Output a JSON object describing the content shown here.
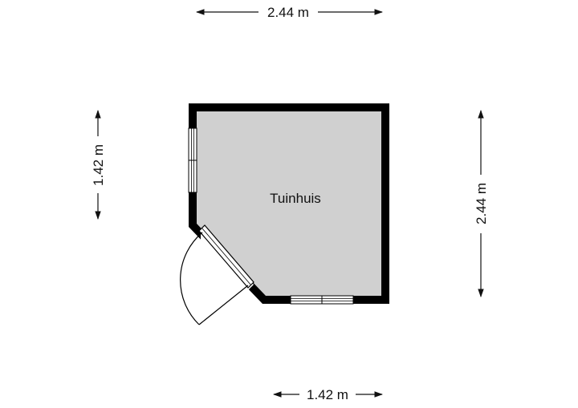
{
  "floorplan": {
    "room": {
      "name": "Tuinhuis",
      "floor_color": "#d0d0d0",
      "wall_color": "#000000"
    },
    "dimensions": {
      "top": "2.44 m",
      "bottom": "1.42 m",
      "left": "1.42 m",
      "right": "2.44 m"
    },
    "features": [
      "window-left",
      "door-diagonal",
      "window-bottom"
    ]
  }
}
